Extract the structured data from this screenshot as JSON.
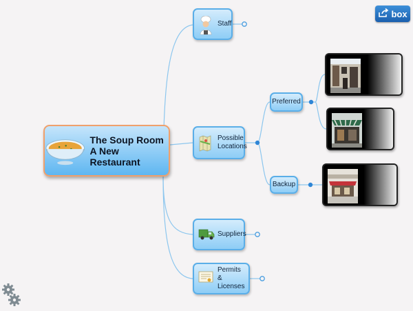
{
  "center": {
    "title": "The Soup Room\nA New Restaurant",
    "icon": "soup-bowl-icon"
  },
  "branches": [
    {
      "id": "staff",
      "label": "Staff",
      "icon": "chef-icon"
    },
    {
      "id": "locations",
      "label": "Possible\nLocations",
      "icon": "map-icon"
    },
    {
      "id": "suppliers",
      "label": "Suppliers",
      "icon": "truck-icon"
    },
    {
      "id": "permits",
      "label": "Permits\n& Licenses",
      "icon": "certificate-icon"
    }
  ],
  "sub_branches": [
    {
      "id": "preferred",
      "label": "Preferred"
    },
    {
      "id": "backup",
      "label": "Backup"
    }
  ],
  "toolbar": {
    "box_label": "box",
    "settings_icon": "gears-icon"
  },
  "colors": {
    "link": "#7ec0ec",
    "node_border": "#5aaee8",
    "center_border": "#f0a06b"
  }
}
